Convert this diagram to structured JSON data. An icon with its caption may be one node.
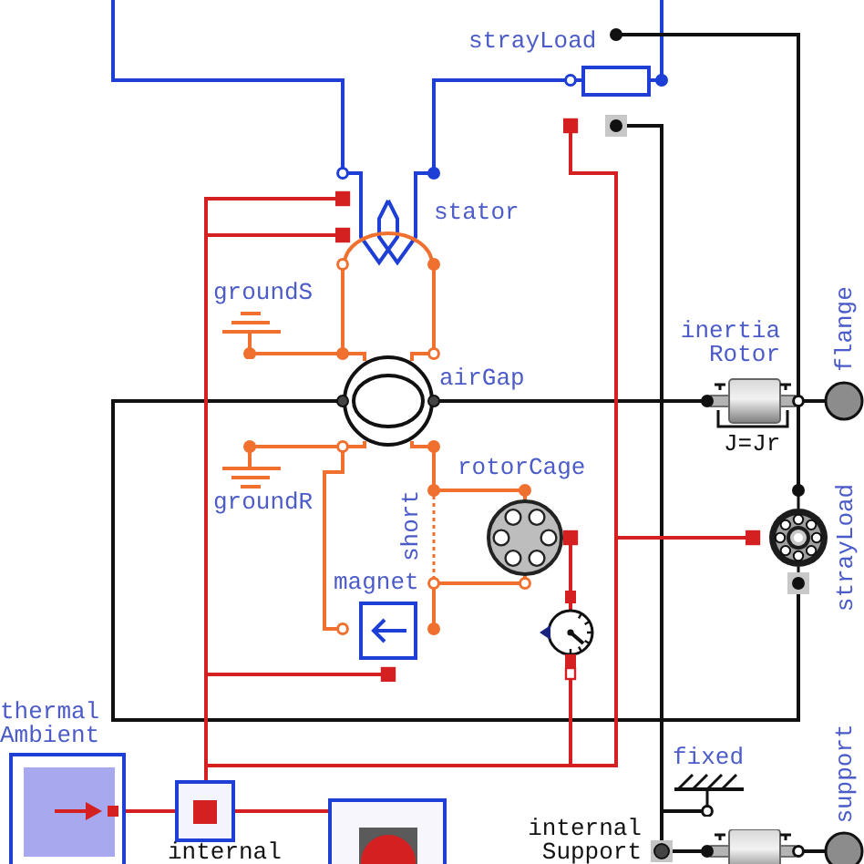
{
  "diagram": {
    "nodes": [
      {
        "text": [
          "strayLoad"
        ]
      },
      {
        "text": [
          "stator"
        ]
      },
      {
        "text": [
          "groundS"
        ]
      },
      {
        "text": [
          "airGap"
        ]
      },
      {
        "text": [
          "inertia Rotor",
          "J=Jr"
        ]
      },
      {
        "text": [
          "flange"
        ]
      },
      {
        "text": [
          "groundR"
        ]
      },
      {
        "text": [
          "rotorCage"
        ]
      },
      {
        "text": [
          "short"
        ]
      },
      {
        "text": [
          "magnet"
        ]
      },
      {
        "text": [],
        "shape": "circle"
      },
      {
        "text": [
          "strayLoad"
        ]
      },
      {
        "text": [
          "thermal Ambient"
        ]
      },
      {
        "text": [
          "internal"
        ]
      },
      {
        "text": [],
        "shape": "box"
      },
      {
        "text": [
          "fixed"
        ]
      },
      {
        "text": [
          "internal Support"
        ]
      },
      {
        "text": [],
        "shape": "cylinder"
      },
      {
        "text": [
          "support"
        ]
      }
    ],
    "edges": [
      {
        "from": null,
        "to": 1,
        "arrow": "none",
        "color": "#1e3fd6"
      },
      {
        "from": 0,
        "to": 1,
        "arrow": "none",
        "color": "#1e3fd6"
      },
      {
        "from": 0,
        "to": null,
        "arrow": "none",
        "color": "#1e3fd6"
      },
      {
        "from": 0,
        "to": 4,
        "arrow": "none"
      },
      {
        "from": 4,
        "to": 11,
        "arrow": "none"
      },
      {
        "from": 4,
        "to": 5,
        "arrow": "none"
      },
      {
        "from": 3,
        "to": 4,
        "arrow": "none"
      },
      {
        "from": 3,
        "to": 11,
        "arrow": "none"
      },
      {
        "from": 0,
        "to": 16,
        "arrow": "none"
      },
      {
        "from": 15,
        "to": 16,
        "arrow": "none"
      },
      {
        "from": 16,
        "to": 17,
        "arrow": "none"
      },
      {
        "from": 17,
        "to": 18,
        "arrow": "none"
      },
      {
        "from": 1,
        "to": 3,
        "arrow": "none",
        "color": "#f07030"
      },
      {
        "from": 1,
        "to": 3,
        "arrow": "none",
        "color": "#f07030"
      },
      {
        "from": 2,
        "to": 3,
        "arrow": "none",
        "color": "#f07030"
      },
      {
        "from": 6,
        "to": 3,
        "arrow": "none",
        "color": "#f07030"
      },
      {
        "from": 3,
        "to": 9,
        "arrow": "none",
        "color": "#f07030"
      },
      {
        "from": 3,
        "to": 8,
        "arrow": "none",
        "color": "#f07030"
      },
      {
        "from": 8,
        "to": 7,
        "arrow": "none",
        "color": "#f07030"
      },
      {
        "from": 8,
        "to": 7,
        "arrow": "none",
        "color": "#f07030"
      },
      {
        "from": 8,
        "to": 9,
        "arrow": "none",
        "color": "#f07030"
      },
      {
        "from": 1,
        "to": 13,
        "arrow": "none",
        "color": "#d42020"
      },
      {
        "from": 1,
        "to": 13,
        "arrow": "none",
        "color": "#d42020"
      },
      {
        "from": 9,
        "to": 13,
        "arrow": "none",
        "color": "#d42020"
      },
      {
        "from": 0,
        "to": 13,
        "arrow": "none",
        "color": "#d42020"
      },
      {
        "from": 11,
        "to": 13,
        "arrow": "none",
        "color": "#d42020"
      },
      {
        "from": 7,
        "to": 10,
        "arrow": "none",
        "color": "#d42020"
      },
      {
        "from": 10,
        "to": 13,
        "arrow": "none",
        "color": "#d42020"
      },
      {
        "from": 12,
        "to": 13,
        "arrow": "none",
        "color": "#d42020"
      },
      {
        "from": 13,
        "to": 14,
        "arrow": "none",
        "color": "#d42020"
      }
    ]
  }
}
